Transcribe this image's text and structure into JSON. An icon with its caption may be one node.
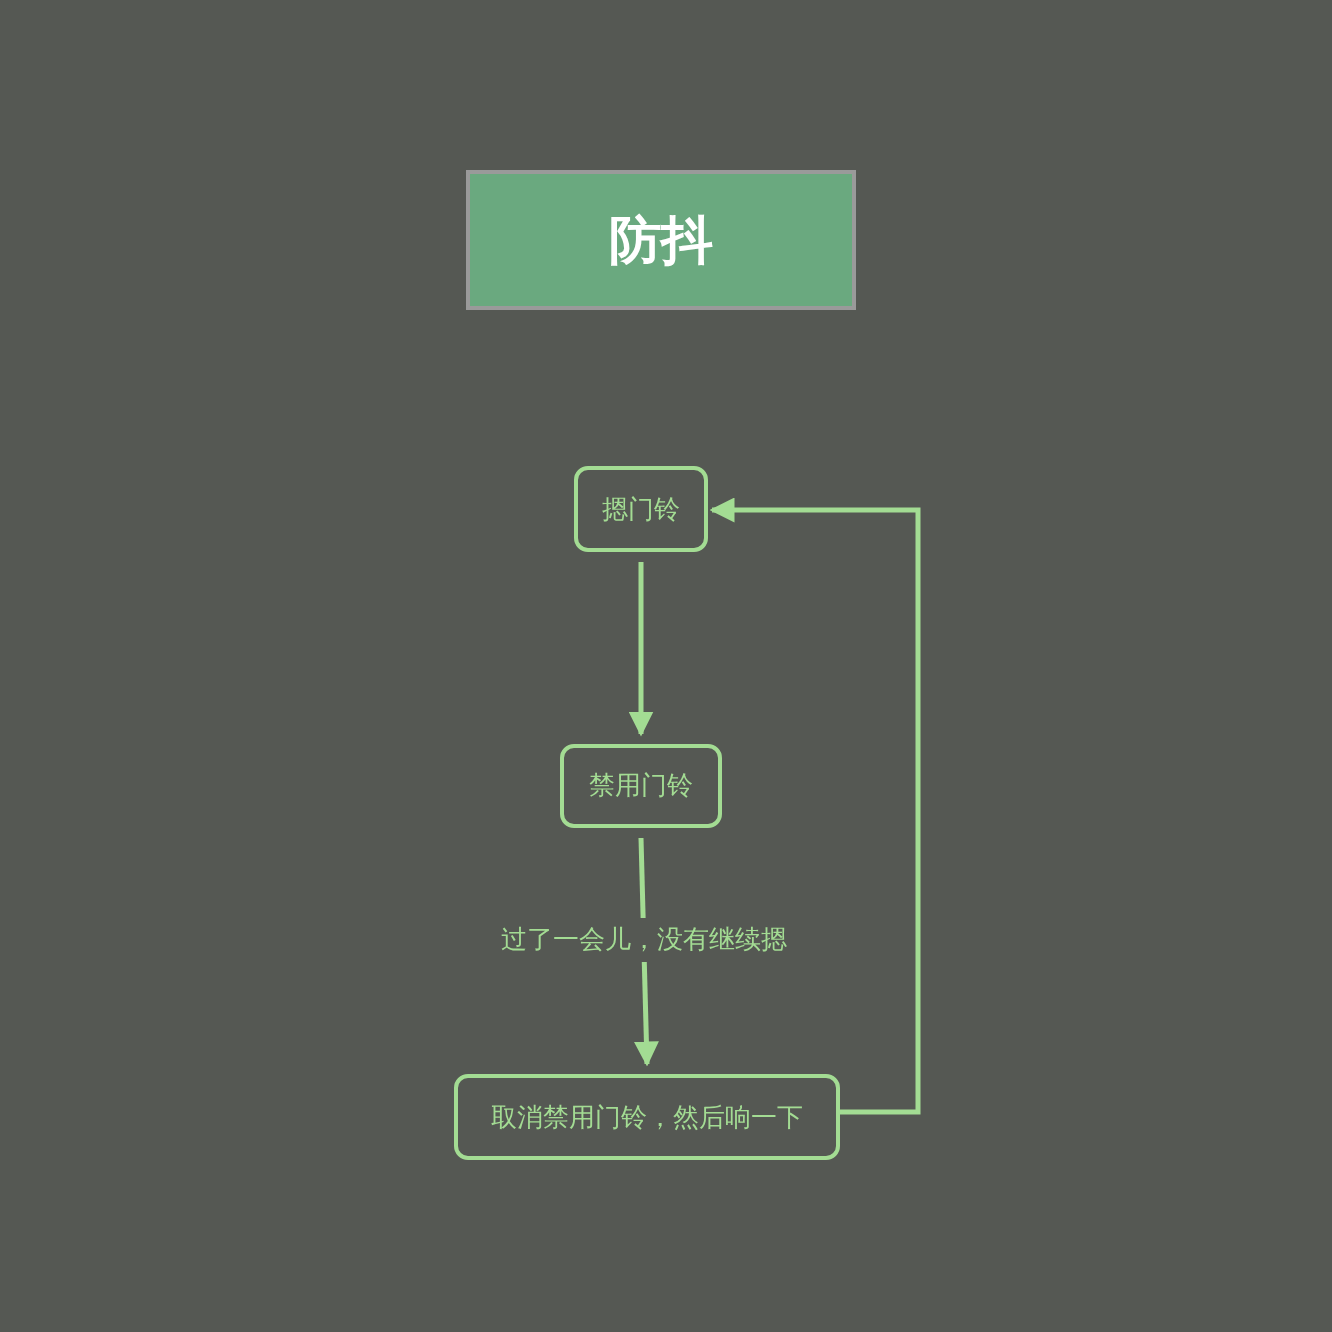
{
  "diagram": {
    "nodes": [
      {
        "text": [
          "防抖"
        ]
      },
      {
        "text": [
          "摁门铃"
        ]
      },
      {
        "text": [
          "禁用门铃"
        ]
      },
      {
        "text": [
          "取消禁用门铃，然后响一下"
        ]
      }
    ],
    "edges": [
      {
        "from": 1,
        "to": 2,
        "arrow": "to"
      },
      {
        "from": 2,
        "to": 3,
        "arrow": "to",
        "label": "过了一会儿，没有继续摁"
      },
      {
        "from": 3,
        "to": 1,
        "arrow": "to"
      }
    ]
  }
}
